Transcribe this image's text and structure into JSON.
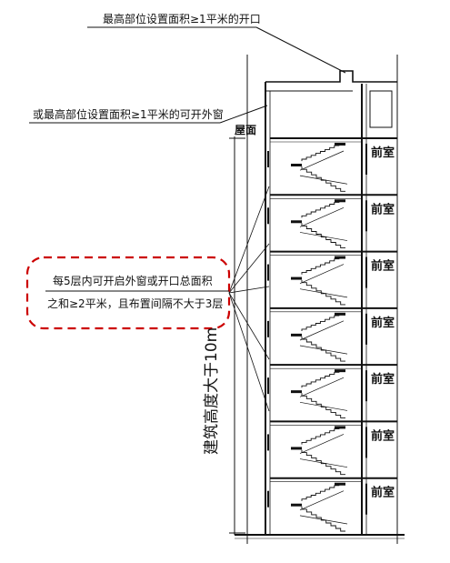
{
  "annotations": {
    "top_opening": "最高部位设置面积≥1平米的开口",
    "openable_window": "或最高部位设置面积≥1平米的可开外窗",
    "callout_line1": "每5层内可开启外窗或开口总面积",
    "callout_line2": "之和≥2平米，且布置间隔不大于3层"
  },
  "labels": {
    "roof": "屋面",
    "anteroom": "前室",
    "height": "建筑高度大于10m"
  },
  "floors": 7,
  "colors": {
    "line": "#111111",
    "callout_border": "#cc0000"
  }
}
